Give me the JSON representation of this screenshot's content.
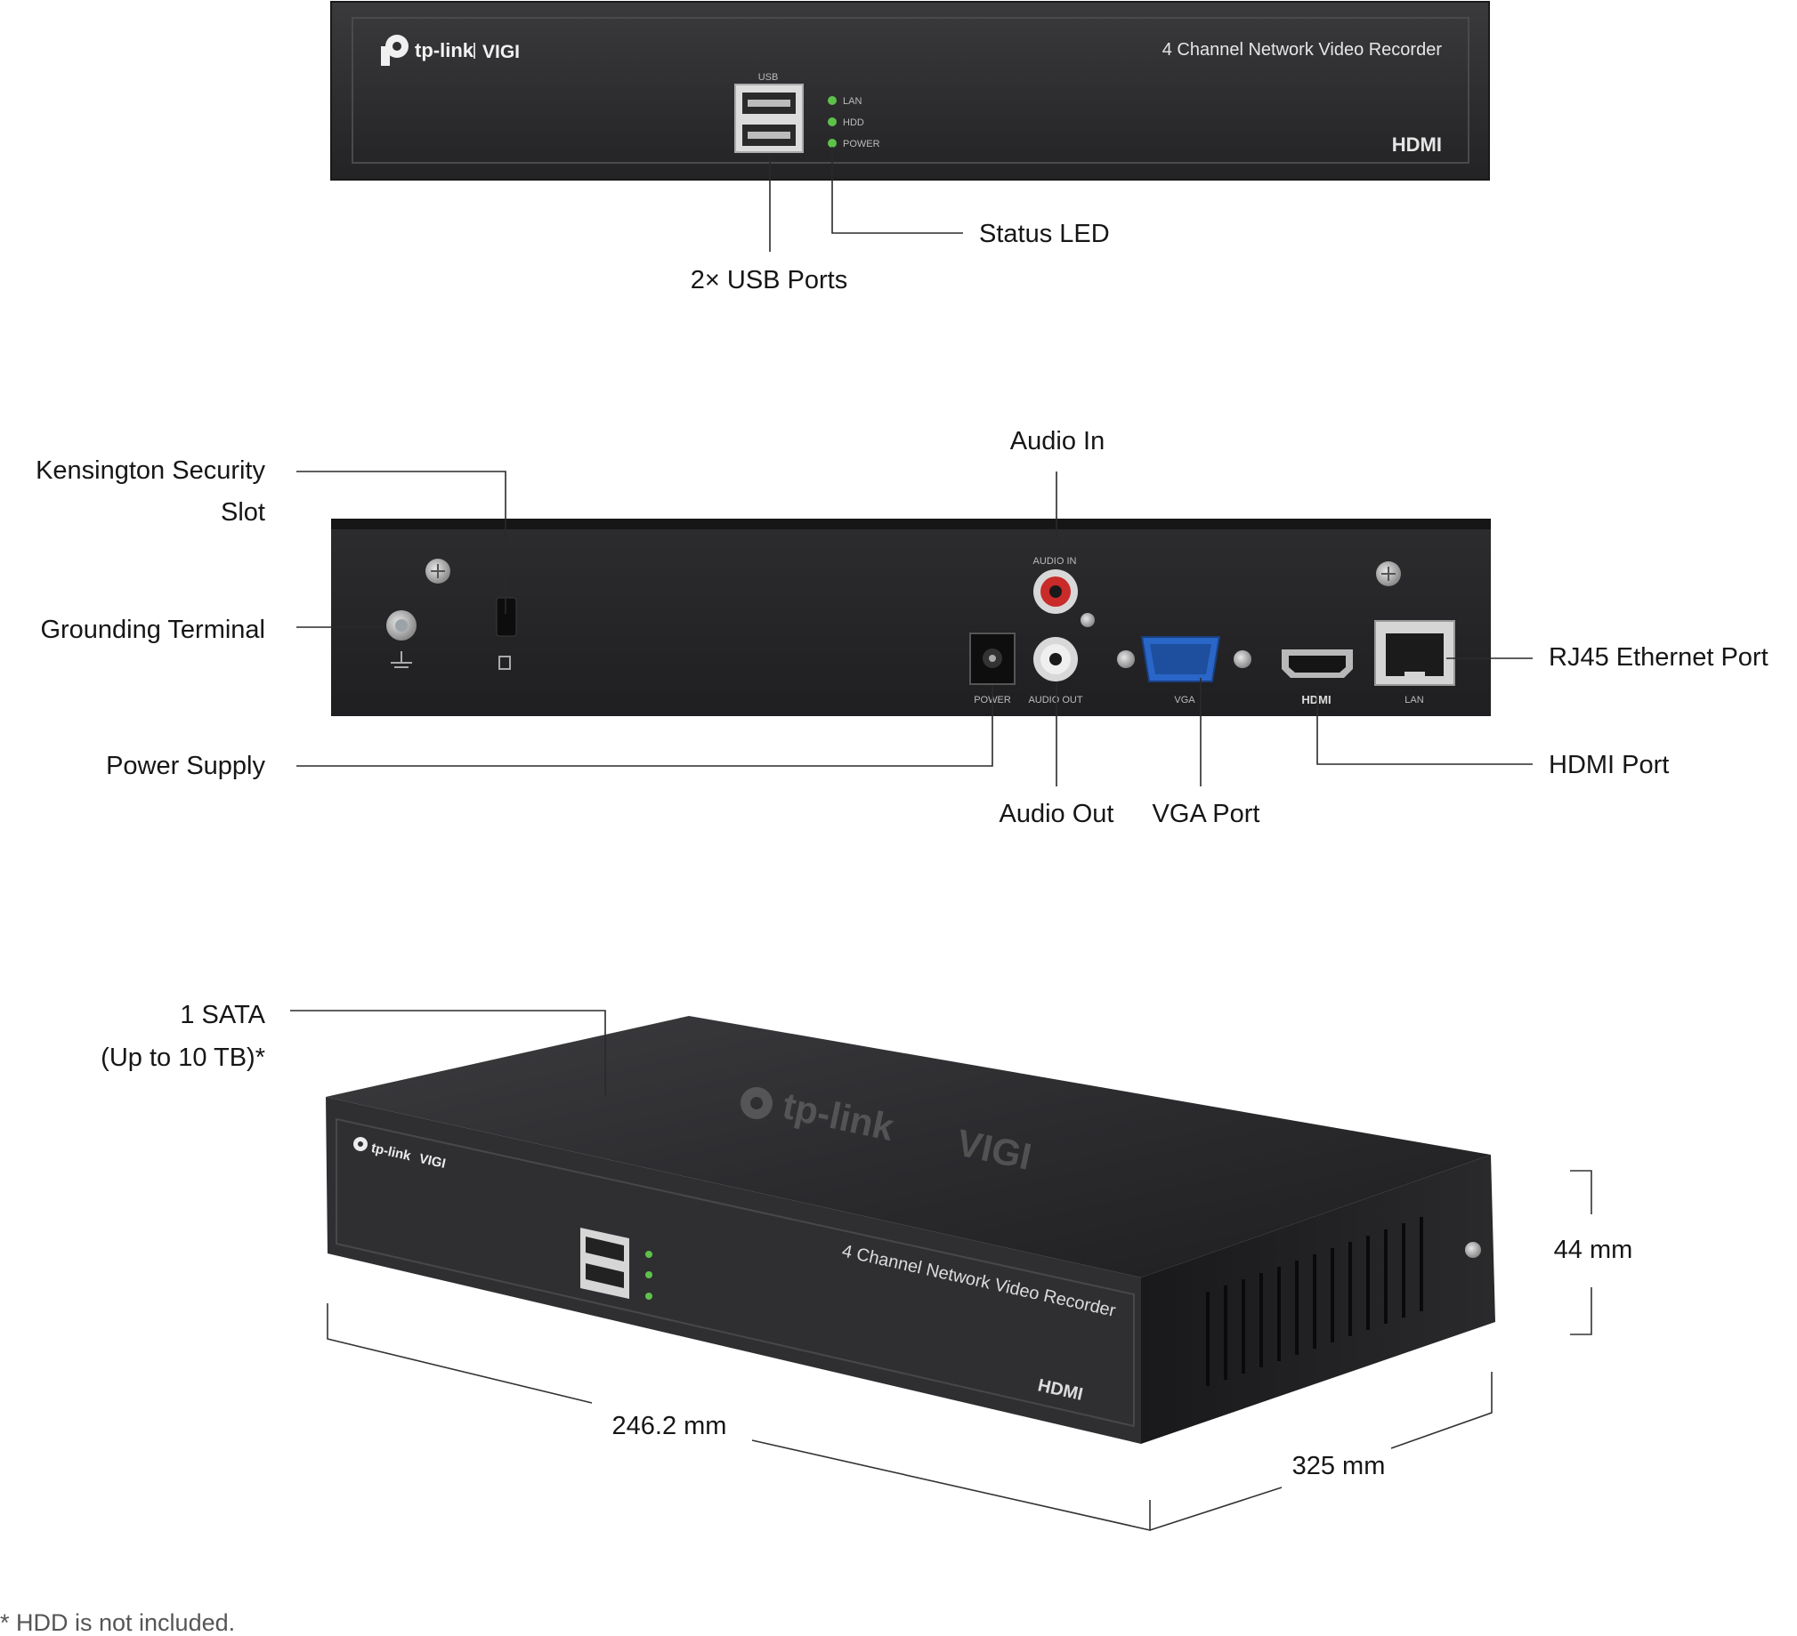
{
  "device": {
    "brand": "tp-link",
    "series": "VIGI",
    "model_text": "4 Channel Network Video Recorder",
    "hdmi_logo": "HDMI",
    "usb_tag": "USB",
    "leds": [
      "LAN",
      "HDD",
      "POWER"
    ]
  },
  "front_view": {
    "callouts": {
      "usb_ports": "2× USB Ports",
      "status_led": "Status LED"
    }
  },
  "rear_view": {
    "port_tags": {
      "audio_in": "AUDIO IN",
      "power": "POWER",
      "audio_out": "AUDIO OUT",
      "vga": "VGA",
      "lan": "LAN"
    },
    "callouts": {
      "kensington_line1": "Kensington Security",
      "kensington_line2": "Slot",
      "grounding": "Grounding Terminal",
      "power_supply": "Power Supply",
      "audio_in": "Audio In",
      "audio_out": "Audio Out",
      "vga": "VGA Port",
      "hdmi": "HDMI Port",
      "rj45": "RJ45 Ethernet Port"
    }
  },
  "perspective_view": {
    "callouts": {
      "sata_line1": "1 SATA",
      "sata_line2": "(Up to 10 TB)*"
    },
    "dimensions": {
      "height": "44 mm",
      "width": "246.2 mm",
      "depth": "325 mm"
    }
  },
  "footnote": "* HDD is not included.",
  "colors": {
    "chassis": "#2b2b2d",
    "chassis_dark": "#1c1c1e",
    "led_green": "#5ec14a",
    "vga_blue": "#2a66c8",
    "audio_in_red": "#c92a2a"
  }
}
